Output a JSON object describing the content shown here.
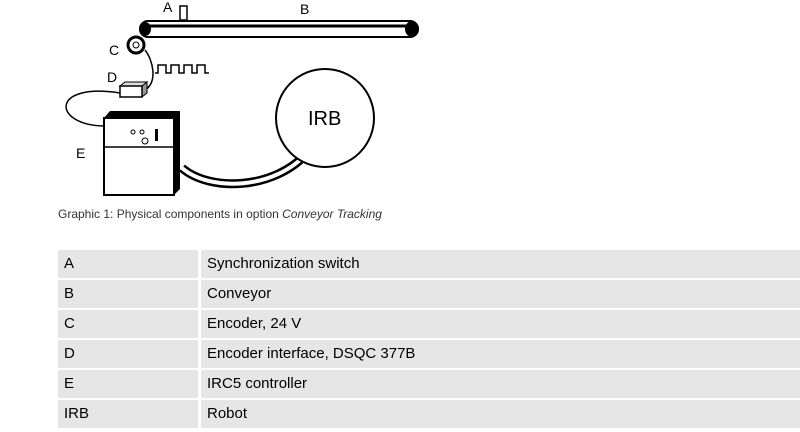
{
  "diagram": {
    "labels": {
      "a": "A",
      "b": "B",
      "c": "C",
      "d": "D",
      "e": "E",
      "irb": "IRB"
    }
  },
  "caption": {
    "prefix": "Graphic 1: Physical components in option ",
    "emphasis": "Conveyor Tracking"
  },
  "legend": {
    "rows": [
      {
        "key": "A",
        "description": "Synchronization switch"
      },
      {
        "key": "B",
        "description": "Conveyor"
      },
      {
        "key": "C",
        "description": "Encoder, 24 V"
      },
      {
        "key": "D",
        "description": "Encoder interface, DSQC 377B"
      },
      {
        "key": "E",
        "description": "IRC5 controller"
      },
      {
        "key": "IRB",
        "description": "Robot"
      }
    ]
  }
}
